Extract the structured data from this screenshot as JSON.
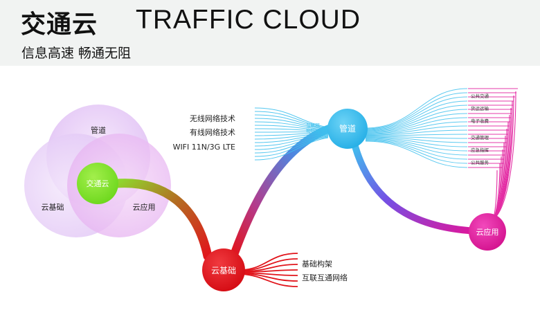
{
  "header": {
    "title_cn": "交通云",
    "title_en": "TRAFFIC CLOUD",
    "subtitle": "信息高速 畅通无阻"
  },
  "venn": {
    "top": "管道",
    "left": "云基础",
    "right": "云应用",
    "center": "交通云"
  },
  "nodes": {
    "pipe": "管道",
    "base": "云基础",
    "app": "云应用"
  },
  "pipe_inputs": {
    "items": [
      "无线网络技术",
      "有线网络技术",
      "WIFI 11N/3G LTE"
    ],
    "tags": [
      "互联网",
      "物联网"
    ]
  },
  "base_outputs": [
    "基础构架",
    "互联互通网络"
  ],
  "app_services": [
    "公共交通",
    "货运运输",
    "电子收费",
    "交通管理",
    "应急指挥",
    "公共服务"
  ],
  "colors": {
    "cyan": "#3fc0ee",
    "red": "#e1141b",
    "magenta": "#e0169a",
    "green": "#7fe22a",
    "violet": "#a43cde"
  }
}
